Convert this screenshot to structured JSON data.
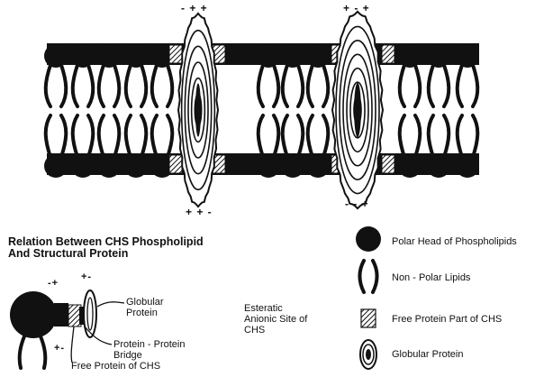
{
  "membrane": {
    "left_protein_top_charges": "- + +",
    "left_protein_bottom_charges": "+ + -",
    "right_protein_top_charges": "+ - +",
    "right_protein_bottom_charges": "- - +"
  },
  "title": {
    "line1": "Relation Between CHS Phospholipid",
    "line2": "And Structural Protein"
  },
  "inset": {
    "label_charge_top": "-+",
    "label_charge_protein": "+-",
    "label_charge_bottom": "+-",
    "label_globular": [
      "Globular",
      "Protein"
    ],
    "label_bridge": [
      "Protein - Protein",
      "Bridge"
    ],
    "label_free": "Free Protein of CHS",
    "label_esteratic": [
      "Esteratic",
      "Anionic Site of",
      "CHS"
    ]
  },
  "legend": {
    "items": [
      {
        "icon": "polar-head-icon",
        "label": "Polar Head of Phospholipids"
      },
      {
        "icon": "nonpolar-lipid-icon",
        "label": "Non - Polar Lipids"
      },
      {
        "icon": "free-protein-icon",
        "label": "Free Protein Part of CHS"
      },
      {
        "icon": "globular-protein-icon",
        "label": "Globular Protein"
      }
    ]
  }
}
